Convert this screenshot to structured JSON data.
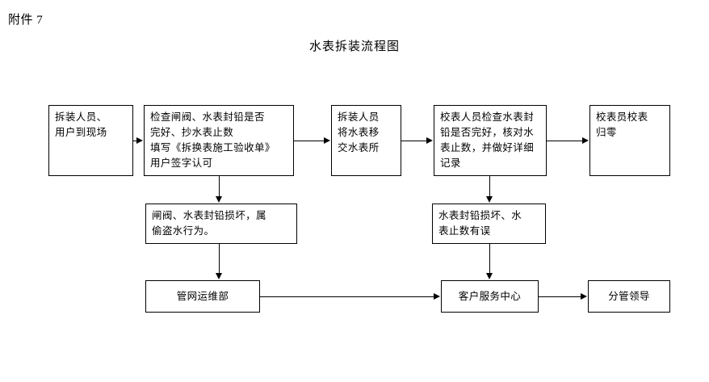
{
  "page": {
    "attachment_label": "附件 7",
    "title": "水表拆装流程图"
  },
  "nodes": {
    "n1": "拆装人员、\n用户到现场",
    "n2": "检查闸阀、水表封铅是否\n完好、抄水表止数\n填写《拆换表施工验收单》\n用户签字认可",
    "n3": "拆装人员\n将水表移\n交水表所",
    "n4": "校表人员检查水表封\n铅是否完好，核对水\n表止数，并做好详细\n记录",
    "n5": "校表员校表\n归零",
    "n6": "闸阀、水表封铅损坏，属\n偷盗水行为。",
    "n7": "水表封铅损坏、水\n表止数有误",
    "n8": "管网运维部",
    "n9": "客户服务中心",
    "n10": "分管领导"
  },
  "style": {
    "line_color": "#000000",
    "box_border_color": "#000000",
    "background": "#ffffff",
    "text_color": "#000000"
  }
}
